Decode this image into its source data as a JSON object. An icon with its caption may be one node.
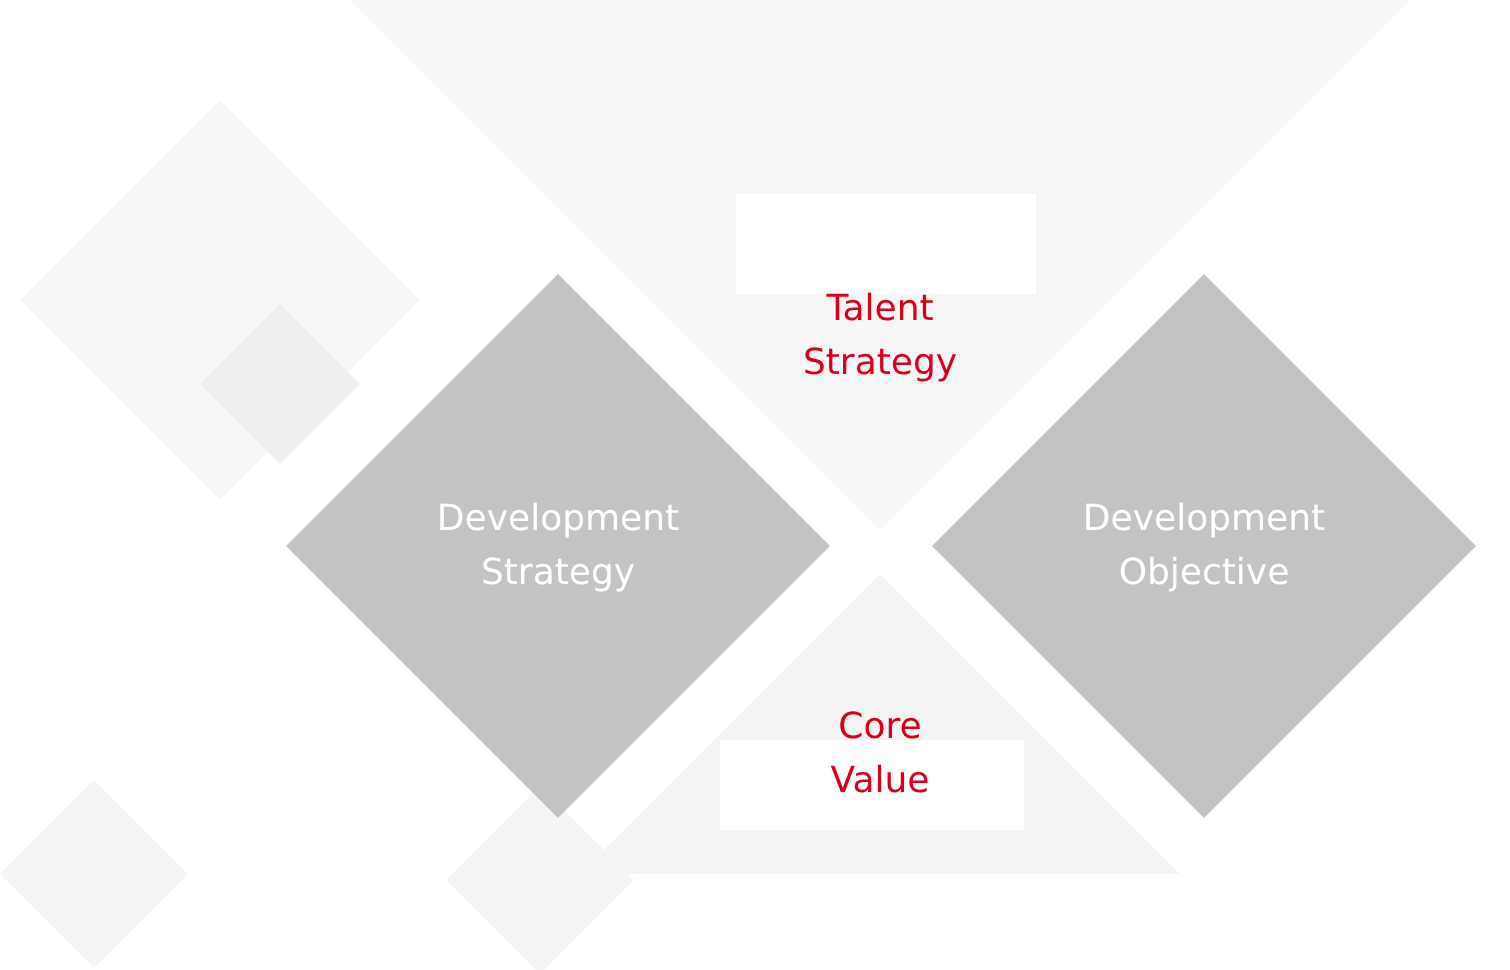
{
  "diagram": {
    "nodes": [
      {
        "text": [
          "Talent Strategy"
        ]
      },
      {
        "text": [
          "Development Strategy"
        ]
      },
      {
        "text": [
          "Development Objective"
        ]
      },
      {
        "text": [
          "Core Value"
        ]
      }
    ]
  }
}
